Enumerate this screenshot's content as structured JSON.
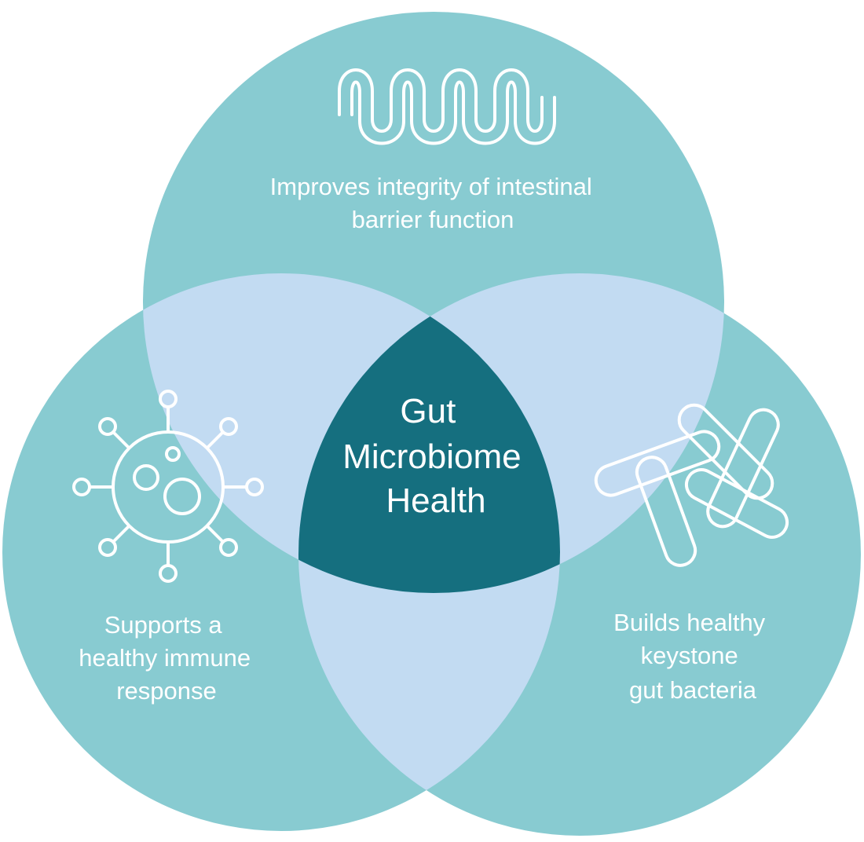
{
  "center": {
    "lines": [
      "Gut",
      "Microbiome",
      "Health"
    ]
  },
  "top": {
    "lines": [
      "Improves integrity of intestinal",
      "barrier function"
    ],
    "icon": "intestine-wave-icon"
  },
  "left": {
    "lines": [
      "Supports a",
      "healthy immune",
      "response"
    ],
    "icon": "immune-cell-icon"
  },
  "right": {
    "lines": [
      "Builds healthy",
      "keystone",
      "gut bacteria"
    ],
    "icon": "bacteria-icon"
  },
  "colors": {
    "circle": "#88cbd1",
    "overlap": "#c2dbf2",
    "center": "#156f7f",
    "text": "#ffffff"
  }
}
